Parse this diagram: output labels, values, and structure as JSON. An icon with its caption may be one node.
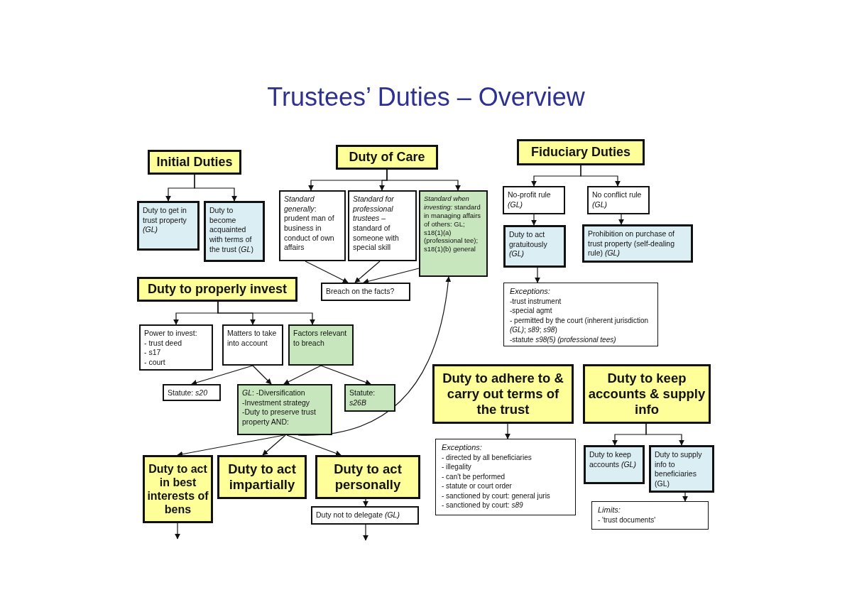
{
  "diagram": {
    "title": "Trustees’ Duties – Overview",
    "nodes": [
      {
        "text": [
          "Initial Duties"
        ]
      },
      {
        "text": [
          "Duty to get in trust property *(GL)*"
        ]
      },
      {
        "text": [
          "Duty to become acquainted with terms of the trust (*GL*)"
        ]
      },
      {
        "text": [
          "Duty of Care"
        ]
      },
      {
        "text": [
          "*Standard generally*: prudent man of business in conduct of own affairs"
        ]
      },
      {
        "text": [
          "*Standard for professional trustees* – standard of someone with special skill"
        ]
      },
      {
        "text": [
          "*Standard when investing:* standard in managing affairs of others: GL; s18(1)(a) (professional tee); s18(1)(b) general"
        ]
      },
      {
        "text": [
          "Breach on the facts?"
        ]
      },
      {
        "text": [
          "Fiduciary Duties"
        ]
      },
      {
        "text": [
          "No-profit rule *(GL)*"
        ]
      },
      {
        "text": [
          "No conflict rule *(GL)*"
        ]
      },
      {
        "text": [
          "Duty to act gratuitously *(GL)*"
        ]
      },
      {
        "text": [
          "Prohibition on purchase of trust property (self-dealing rule) *(GL)*"
        ]
      },
      {
        "text": [
          "Exceptions:",
          "-trust instrument",
          "-special agmt",
          "- permitted by the court (inherent jurisdiction *(GL)*; *s89*; *s98*)",
          "-statute *s98(5) (professional tees)*"
        ]
      },
      {
        "text": [
          "Duty to properly invest"
        ]
      },
      {
        "text": [
          "Power to invest:",
          "- trust deed",
          "- s17",
          "- court"
        ]
      },
      {
        "text": [
          "Matters to take into account"
        ]
      },
      {
        "text": [
          "Factors relevant to breach"
        ]
      },
      {
        "text": [
          "Statute: *s20*"
        ]
      },
      {
        "text": [
          "*GL*: -Diversification",
          "-Investment strategy",
          "-Duty to preserve trust property AND:"
        ]
      },
      {
        "text": [
          "Statute: *s26B*"
        ]
      },
      {
        "text": [
          "Duty to act in best interests of bens"
        ]
      },
      {
        "text": [
          "Duty to act impartially"
        ]
      },
      {
        "text": [
          "Duty to act personally"
        ]
      },
      {
        "text": [
          "Duty not to delegate *(GL)*"
        ]
      },
      {
        "text": [
          "Duty to adhere to & carry out terms of the trust"
        ]
      },
      {
        "text": [
          "Exceptions:",
          "- directed by all beneficiaries",
          "- illegality",
          "- can't be performed",
          "- statute or court order",
          "- sanctioned by court: general juris",
          "- sanctioned by court: *s89*"
        ]
      },
      {
        "text": [
          "Duty to keep accounts & supply info"
        ]
      },
      {
        "text": [
          "Duty to keep accounts *(GL)*"
        ]
      },
      {
        "text": [
          "Duty to supply info to beneficiaries (GL)"
        ]
      },
      {
        "text": [
          "Limits:",
          "- 'trust documents'"
        ]
      }
    ],
    "edges": [
      {
        "from": 0,
        "to": 1,
        "arrow": "to"
      },
      {
        "from": 0,
        "to": 2,
        "arrow": "to"
      },
      {
        "from": 3,
        "to": 4,
        "arrow": "to"
      },
      {
        "from": 3,
        "to": 5,
        "arrow": "to"
      },
      {
        "from": 3,
        "to": 6,
        "arrow": "to"
      },
      {
        "from": 4,
        "to": 7,
        "arrow": "to"
      },
      {
        "from": 5,
        "to": 7,
        "arrow": "to"
      },
      {
        "from": 6,
        "to": 7,
        "arrow": "to"
      },
      {
        "from": 8,
        "to": 9,
        "arrow": "to"
      },
      {
        "from": 8,
        "to": 10,
        "arrow": "to"
      },
      {
        "from": 9,
        "to": 11,
        "arrow": "to"
      },
      {
        "from": 10,
        "to": 12,
        "arrow": "to"
      },
      {
        "from": 11,
        "to": 13,
        "arrow": "to"
      },
      {
        "from": 14,
        "to": 15,
        "arrow": "to"
      },
      {
        "from": 14,
        "to": 16,
        "arrow": "to"
      },
      {
        "from": 14,
        "to": 17,
        "arrow": "to"
      },
      {
        "from": 16,
        "to": 18,
        "arrow": "to"
      },
      {
        "from": 16,
        "to": 19,
        "arrow": "to"
      },
      {
        "from": 17,
        "to": 19,
        "arrow": "to"
      },
      {
        "from": 17,
        "to": 20,
        "arrow": "to"
      },
      {
        "from": 19,
        "to": 21,
        "arrow": "to"
      },
      {
        "from": 19,
        "to": 22,
        "arrow": "to"
      },
      {
        "from": 19,
        "to": 23,
        "arrow": "to"
      },
      {
        "from": 19,
        "to": 6,
        "arrow": "to"
      },
      {
        "from": 23,
        "to": 24,
        "arrow": "to"
      },
      {
        "from": 24,
        "to": null,
        "arrow": "to"
      },
      {
        "from": 21,
        "to": null,
        "arrow": "to"
      },
      {
        "from": 25,
        "to": 26,
        "arrow": "to"
      },
      {
        "from": 27,
        "to": 28,
        "arrow": "to"
      },
      {
        "from": 27,
        "to": 29,
        "arrow": "to"
      },
      {
        "from": 29,
        "to": 30,
        "arrow": "to"
      }
    ]
  }
}
